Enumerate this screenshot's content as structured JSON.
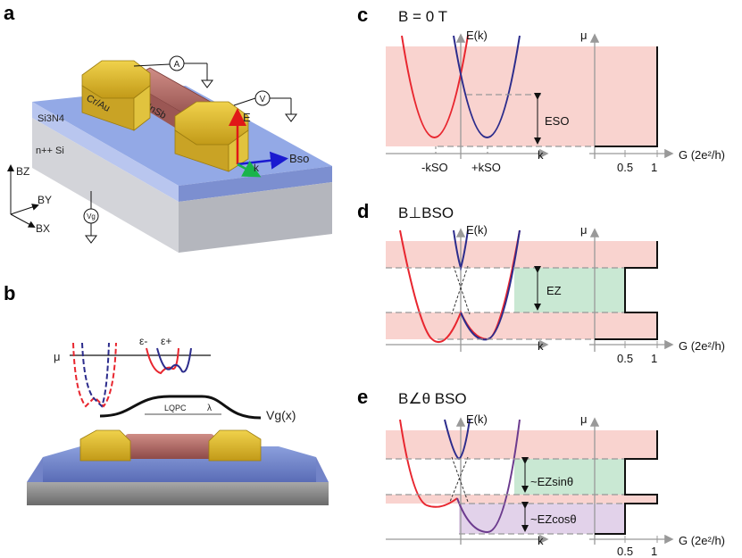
{
  "panel_labels": {
    "a": "a",
    "b": "b",
    "c": "c",
    "d": "d",
    "e": "e"
  },
  "panel_a": {
    "materials": {
      "contact": "Cr/Au",
      "wire": "InSb",
      "dielectric": "Si3N4",
      "substrate": "n++ Si"
    },
    "meters": {
      "ammeter": "A",
      "voltmeter": "V",
      "gate": "Vg"
    },
    "vectors": {
      "field": "E",
      "momentum": "k",
      "spin_orbit": "Bso"
    },
    "axes": {
      "z": "BZ",
      "y": "BY",
      "x": "BX"
    }
  },
  "panel_b": {
    "mu": "μ",
    "eps_minus": "ε-",
    "eps_plus": "ε+",
    "potential": "Vg(x)",
    "lqpc": "LQPC",
    "lambda": "λ"
  },
  "panel_c": {
    "title": "B = 0 T",
    "energy_axis": "E(k)",
    "mu_axis": "μ",
    "k_axis": "k",
    "g_axis": "G (2e²/h)",
    "tick_kso_neg": "-kSO",
    "tick_kso_pos": "+kSO",
    "g_tick_half": "0.5",
    "g_tick_one": "1",
    "gap_label": "ESO"
  },
  "panel_d": {
    "title": "B⊥BSO",
    "energy_axis": "E(k)",
    "mu_axis": "μ",
    "k_axis": "k",
    "g_axis": "G (2e²/h)",
    "g_tick_half": "0.5",
    "g_tick_one": "1",
    "gap_label": "EZ"
  },
  "panel_e": {
    "title": "B∠θ BSO",
    "energy_axis": "E(k)",
    "mu_axis": "μ",
    "k_axis": "k",
    "g_axis": "G (2e²/h)",
    "g_tick_half": "0.5",
    "g_tick_one": "1",
    "gap_upper": "~EZsinθ",
    "gap_lower": "~EZcosθ"
  },
  "colors": {
    "band_red": "#e8262f",
    "band_blue": "#2c2c8c",
    "band_purple": "#6c3b8e",
    "fill_pink": "#f9d3cf",
    "fill_green": "#c9e8d3",
    "fill_lilac": "#e2d2ea",
    "gold": "#d9b62c",
    "wire": "#b97470",
    "nitride": "#8c9fd9",
    "silicon": "#c4c6cc"
  }
}
